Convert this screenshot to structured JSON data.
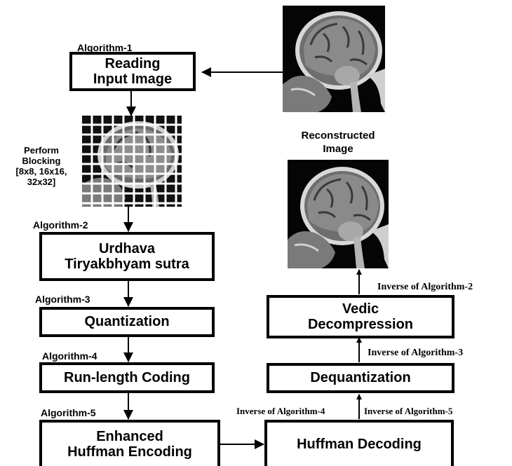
{
  "algorithm_labels": {
    "a1": "Algorithm-1",
    "a2": "Algorithm-2",
    "a3": "Algorithm-3",
    "a4": "Algorithm-4",
    "a5": "Algorithm-5"
  },
  "boxes": {
    "reading": "Reading\nInput Image",
    "urdhava": "Urdhava\nTiryakbhyam sutra",
    "quantization": "Quantization",
    "rlc": "Run-length Coding",
    "huffman_enc": "Enhanced\nHuffman Encoding",
    "huffman_dec": "Huffman Decoding",
    "dequant": "Dequantization",
    "vedic": "Vedic\nDecompression"
  },
  "blocking_label": "Perform\nBlocking\n[8x8, 16x16,\n32x32]",
  "reconstructed_label": "Reconstructed\nImage",
  "inverse_labels": {
    "inv2": "Inverse of Algorithm-2",
    "inv3": "Inverse of Algorithm-3",
    "inv4": "Inverse of Algorithm-4",
    "inv5": "Inverse of Algorithm-5"
  },
  "images": {
    "input": "brain-mri-sagittal-image",
    "blocked": "blocked-brain-mri-image",
    "reconstructed": "reconstructed-brain-mri-image"
  }
}
